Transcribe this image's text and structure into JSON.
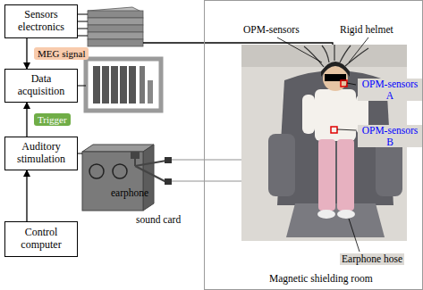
{
  "diagram": {
    "nodes": [
      {
        "text": [
          "Sensors electronics"
        ]
      },
      {
        "text": [
          "Data acquisition"
        ]
      },
      {
        "text": [
          "Auditory stimulation"
        ]
      },
      {
        "text": [
          "Control computer"
        ]
      },
      {
        "text": [
          "Magnetic shielding room"
        ]
      }
    ],
    "edges": [
      {
        "from": 0,
        "to": 1,
        "arrow": "to",
        "label": "MEG signal"
      },
      {
        "from": 2,
        "to": 1,
        "arrow": "to",
        "label": "Trigger"
      },
      {
        "from": 3,
        "to": 2,
        "arrow": "to"
      }
    ],
    "labels": [
      "OPM-sensors",
      "Rigid helmet",
      "OPM-sensors A",
      "OPM-sensors B",
      "earphone",
      "sound card",
      "Earphone hose"
    ]
  }
}
